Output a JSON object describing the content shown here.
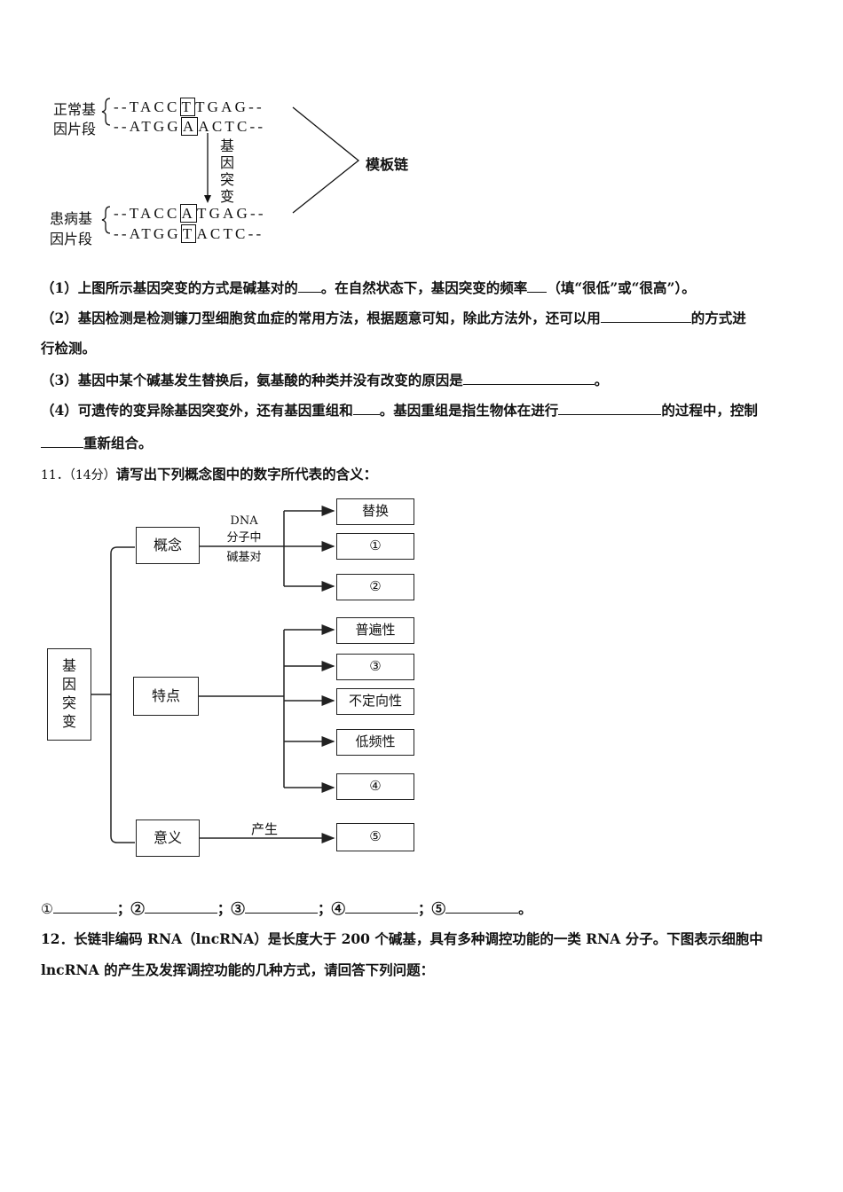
{
  "figure1": {
    "normal_label": [
      "正常基",
      "因片段"
    ],
    "patient_label": [
      "患病基",
      "因片段"
    ],
    "normal_top": [
      "--TACC",
      "T",
      "TGAG--"
    ],
    "normal_bottom": [
      "--ATGG",
      "A",
      "ACTC--"
    ],
    "patient_top": [
      "--TACC",
      "A",
      "TGAG--"
    ],
    "patient_bottom": [
      "--ATGG",
      "T",
      "ACTC--"
    ],
    "mutation_label": [
      "基",
      "因",
      "突",
      "变"
    ],
    "template_label": "模板链"
  },
  "q10": {
    "p1a": "（1）上图所示基因突变的方式是碱基对的",
    "p1b": "。在自然状态下，基因突变的频率",
    "p1c": "（填“很低”或“很高”）。",
    "p2a": "（2）基因检测是检测镰刀型细胞贫血症的常用方法，根据题意可知，除此方法外，还可以用",
    "p2b": "的方式进",
    "p2c": "行检测。",
    "p3a": "（3）基因中某个碱基发生替换后，氨基酸的种类并没有改变的原因是",
    "p3b": "。",
    "p4a": "（4）可遗传的变异除基因突变外，还有基因重组和",
    "p4b": "。基因重组是指生物体在进行",
    "p4c": "的过程中，控制",
    "p4d": "重新组合。"
  },
  "q11": {
    "num": "11．（14分）",
    "text": "请写出下列概念图中的数字所代表的含义：",
    "root": [
      "基",
      "因",
      "突",
      "变"
    ],
    "concept": "概念",
    "feature": "特点",
    "meaning": "意义",
    "arrow_label": [
      "DNA",
      "分子中",
      "碱基对"
    ],
    "produce": "产生",
    "concept_items": [
      "替换",
      "①",
      "②"
    ],
    "feature_items": [
      "普遍性",
      "③",
      "不定向性",
      "低频性",
      "④"
    ],
    "meaning_items": [
      "⑤"
    ],
    "answers": [
      "①",
      "；②",
      "；③",
      "；④",
      "；⑤",
      "。"
    ]
  },
  "q12": {
    "line1": "12．长链非编码 RNA（lncRNA）是长度大于 200 个碱基，具有多种调控功能的一类 RNA 分子。下图表示细胞中",
    "line2": "lncRNA 的产生及发挥调控功能的几种方式，请回答下列问题："
  }
}
